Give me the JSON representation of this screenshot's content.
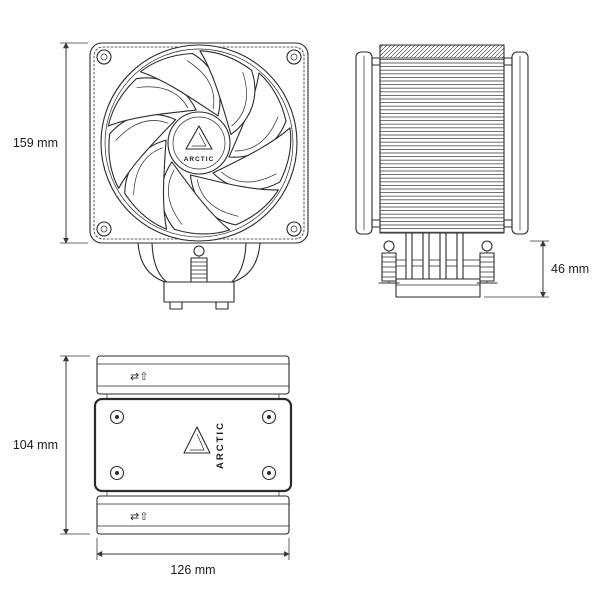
{
  "dimensions": {
    "front_height": "159 mm",
    "mounting_height": "46 mm",
    "top_depth": "104 mm",
    "top_width": "126 mm"
  },
  "logo": {
    "fan_hub_text": "ARCTIC",
    "plate_text": "ARCTIC"
  },
  "icons": {
    "fan_direction_top": "⇄⇧",
    "fan_direction_bottom": "⇄⇧"
  },
  "colors": {
    "line": "#2b2b2b",
    "dimension": "#3a3a3a",
    "text": "#1c1c1c",
    "background": "#ffffff"
  }
}
